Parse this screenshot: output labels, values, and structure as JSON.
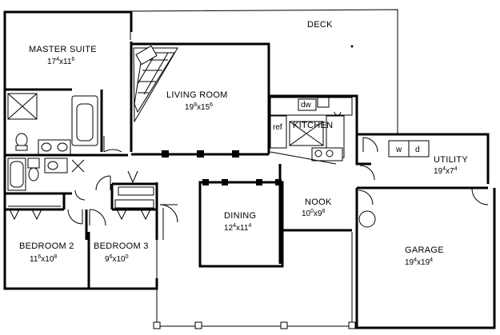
{
  "rooms": {
    "deck": {
      "label": "DECK"
    },
    "master_suite": {
      "label": "MASTER SUITE",
      "dim_a": "17",
      "dim_a_sup": "4",
      "dim_b": "11",
      "dim_b_sup": "6"
    },
    "living_room": {
      "label": "LIVING ROOM",
      "dim_a": "19",
      "dim_a_sup": "8",
      "dim_b": "15",
      "dim_b_sup": "6"
    },
    "kitchen": {
      "label": "KITCHEN"
    },
    "utility": {
      "label": "UTILITY",
      "dim_a": "19",
      "dim_a_sup": "4",
      "dim_b": "7",
      "dim_b_sup": "4"
    },
    "dining": {
      "label": "DINING",
      "dim_a": "12",
      "dim_a_sup": "4",
      "dim_b": "11",
      "dim_b_sup": "4"
    },
    "nook": {
      "label": "NOOK",
      "dim_a": "10",
      "dim_a_sup": "0",
      "dim_b": "9",
      "dim_b_sup": "8"
    },
    "garage": {
      "label": "GARAGE",
      "dim_a": "19",
      "dim_a_sup": "4",
      "dim_b": "19",
      "dim_b_sup": "4"
    },
    "bedroom2": {
      "label": "BEDROOM  2",
      "dim_a": "11",
      "dim_a_sup": "6",
      "dim_b": "10",
      "dim_b_sup": "8"
    },
    "bedroom3": {
      "label": "BEDROOM  3",
      "dim_a": "9",
      "dim_a_sup": "6",
      "dim_b": "10",
      "dim_b_sup": "0"
    }
  },
  "appliances": {
    "dishwasher": "dw",
    "refrigerator": "ref",
    "washer": "w",
    "dryer": "d"
  },
  "dim_separator": "x"
}
